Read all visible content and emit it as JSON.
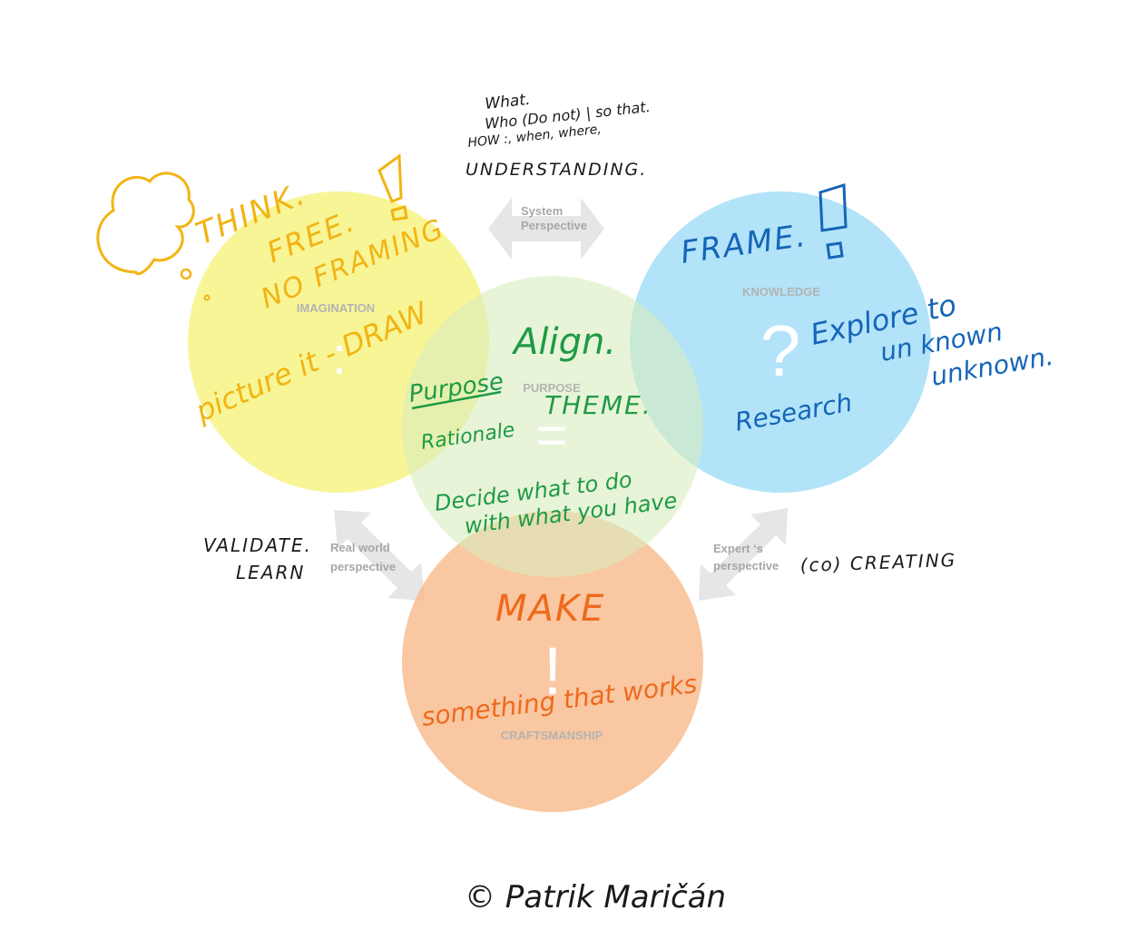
{
  "circles": {
    "imagination": {
      "label": "IMAGINATION",
      "color": "#f6f27a"
    },
    "purpose": {
      "label": "PURPOSE",
      "color": "#dff0c8"
    },
    "knowledge": {
      "label": "KNOWLEDGE",
      "color": "#9fdcf7"
    },
    "craftsmanship": {
      "label": "CRAFTSMANSHIP",
      "color": "#f8b98a"
    }
  },
  "symbols": {
    "imagination": ":",
    "purpose": "=",
    "knowledge": "?",
    "craftsmanship": "!"
  },
  "perspectives": {
    "system": {
      "line1": "System",
      "line2": "Perspective"
    },
    "real_world": {
      "line1": "Real world",
      "line2": "perspective"
    },
    "expert": {
      "line1": "Expert ‘s",
      "line2": "perspective"
    }
  },
  "notes": {
    "top": {
      "line1": "What.",
      "line2": "Who (Do not) | so that.",
      "line3": "HOW :, when, where,",
      "line4": "UNDERSTANDING."
    },
    "imagination": {
      "think": "THINK.",
      "free": "FREE.",
      "no_framing": "NO FRAMING",
      "picture": "picture it - DRAW"
    },
    "purpose": {
      "align": "Align.",
      "purpose": "Purpose",
      "rationale": "Rationale",
      "theme": "THEME.",
      "decide1": "Decide what to do",
      "decide2": "with what you have"
    },
    "knowledge": {
      "frame": "FRAME.",
      "explore1": "Explore to",
      "explore2": "un known",
      "explore3": "unknown.",
      "research": "Research"
    },
    "craftsmanship": {
      "make": "MAKE",
      "something": "something that works"
    },
    "validate": {
      "line1": "VALIDATE.",
      "line2": "LEARN"
    },
    "creating": "(co) CREATING"
  },
  "signature": "© Patrik Maričán",
  "colors": {
    "imagination_ink": "#f2b413",
    "purpose_ink": "#1e9a45",
    "knowledge_ink": "#1565b8",
    "craft_ink": "#ee6a1c",
    "black_ink": "#1a1a1a",
    "arrow": "#e6e6e6"
  }
}
